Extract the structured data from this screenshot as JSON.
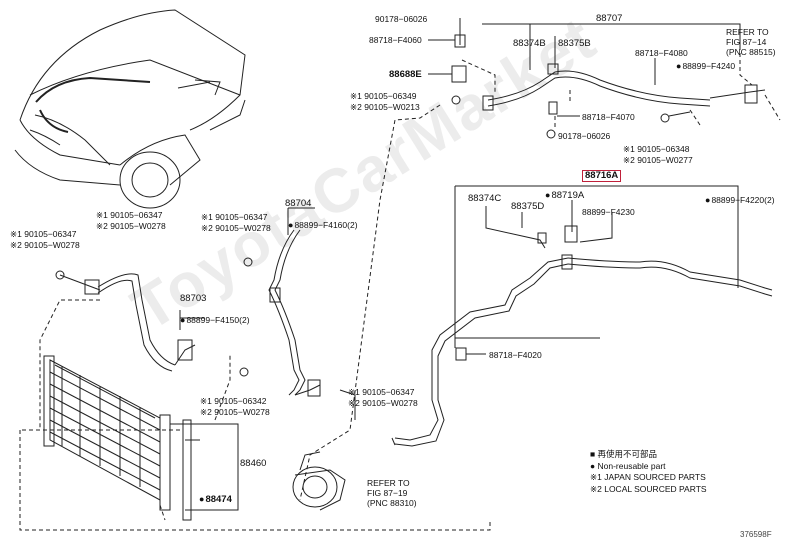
{
  "watermark": "ToyotaCarMarket",
  "diagram_code": "376598F",
  "highlighted_part": "88716A",
  "labels": {
    "p90178_06026": "90178−06026",
    "p88707": "88707",
    "refer_top_1": "REFER TO",
    "refer_top_2": "FIG 87−14",
    "refer_top_3": "(PNC 88515)",
    "p88718_F4060": "88718−F4060",
    "p88374B": "88374B",
    "p88375B": "88375B",
    "p88718_F4080": "88718−F4080",
    "p88899_F4240": "88899−F4240",
    "p88688E": "88688E",
    "p90105_06349": "※1 90105−06349",
    "p90105_W0213": "※2 90105−W0213",
    "p88718_F4070": "88718−F4070",
    "p90178_06026b": "90178−06026",
    "p90105_06348": "※1 90105−06348",
    "p90105_W0277": "※2 90105−W0277",
    "p88716A": "88716A",
    "p88374C": "88374C",
    "p88719A": "88719A",
    "p88899_F4220": "88899−F4220(2)",
    "p88375D": "88375D",
    "p88899_F4230": "88899−F4230",
    "p88704": "88704",
    "p90105_06347a": "※1 90105−06347",
    "p90105_W0278a": "※2 90105−W0278",
    "p88899_F4160": "88899−F4160(2)",
    "p90105_06347b": "※1 90105−06347",
    "p90105_W0278b": "※2 90105−W0278",
    "p90105_06347c": "※1 90105−06347",
    "p90105_W0278c": "※2 90105−W0278",
    "p88703": "88703",
    "p88899_F4150": "88899−F4150(2)",
    "p88718_F4020": "88718−F4020",
    "p90105_06342": "※1 90105−06342",
    "p90105_W0278d": "※2 90105−W0278",
    "p90105_06347d": "※1 90105−06347",
    "p90105_W0278e": "※2 90105−W0278",
    "p88460": "88460",
    "p88474": "88474",
    "refer_bot_1": "REFER TO",
    "refer_bot_2": "FIG 87−19",
    "refer_bot_3": "(PNC 88310)"
  },
  "legend": {
    "line1": "■ 再使用不可部品",
    "line2": "● Non-reusable part",
    "line3": "※1 JAPAN SOURCED PARTS",
    "line4": "※2 LOCAL SOURCED PARTS"
  },
  "colors": {
    "highlight": "#c0203a",
    "ink": "#111111",
    "watermark": "#ececec"
  }
}
